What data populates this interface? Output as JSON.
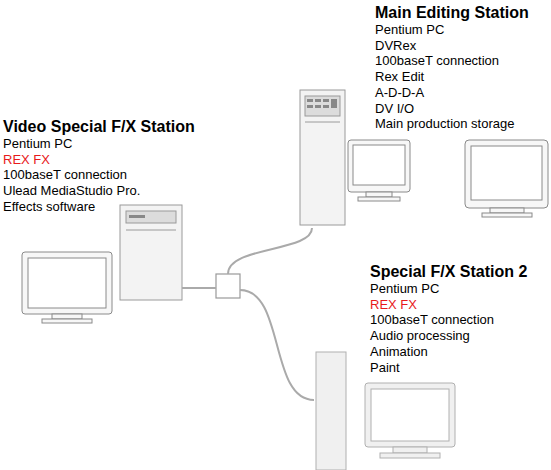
{
  "diagram": {
    "nodes": [
      {
        "text": [
          "Main Editing Station",
          "Pentium PC",
          "DVRex",
          "100baseT connection",
          "Rex Edit",
          "A-D-D-A",
          "DV I/O",
          "Main production storage"
        ]
      },
      {
        "text": [
          "Video Special F/X Station",
          "Pentium PC",
          "REX FX",
          "100baseT connection",
          "Ulead MediaStudio Pro.",
          "Effects software"
        ]
      },
      {
        "text": [
          "Special F/X Station 2",
          "Pentium PC",
          "REX FX",
          "100baseT connection",
          "Audio processing",
          "Animation",
          "Paint"
        ]
      }
    ],
    "edges": [
      {
        "from": 1,
        "to": 0,
        "arrow": "none"
      },
      {
        "from": 1,
        "to": 2,
        "arrow": "none"
      }
    ]
  }
}
